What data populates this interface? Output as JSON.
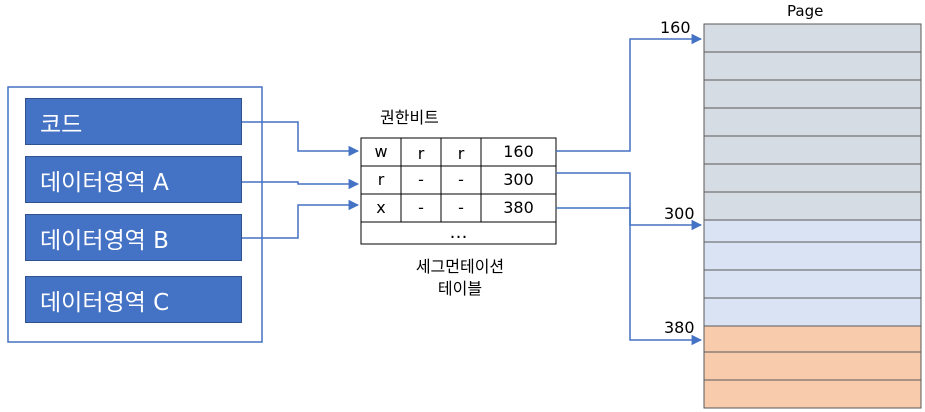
{
  "segments": [
    "코드",
    "데이터영역 A",
    "데이터영역 B",
    "데이터영역 C"
  ],
  "table": {
    "header": "권한비트",
    "rows": [
      {
        "p1": "w",
        "p2": "r",
        "p3": "r",
        "base": "160"
      },
      {
        "p1": "r",
        "p2": "-",
        "p3": "-",
        "base": "300"
      },
      {
        "p1": "x",
        "p2": "-",
        "p3": "-",
        "base": "380"
      }
    ],
    "ellipsis": "…",
    "caption_line1": "세그먼테이션",
    "caption_line2": "테이블"
  },
  "memory": {
    "title": "Page",
    "markers": [
      "160",
      "300",
      "380"
    ]
  },
  "colors": {
    "segment_fill": "#4472c4",
    "arrow": "#4472c4",
    "page_gray": "#d6dce4",
    "page_blue": "#dae3f3",
    "page_orange": "#f8cbad"
  }
}
